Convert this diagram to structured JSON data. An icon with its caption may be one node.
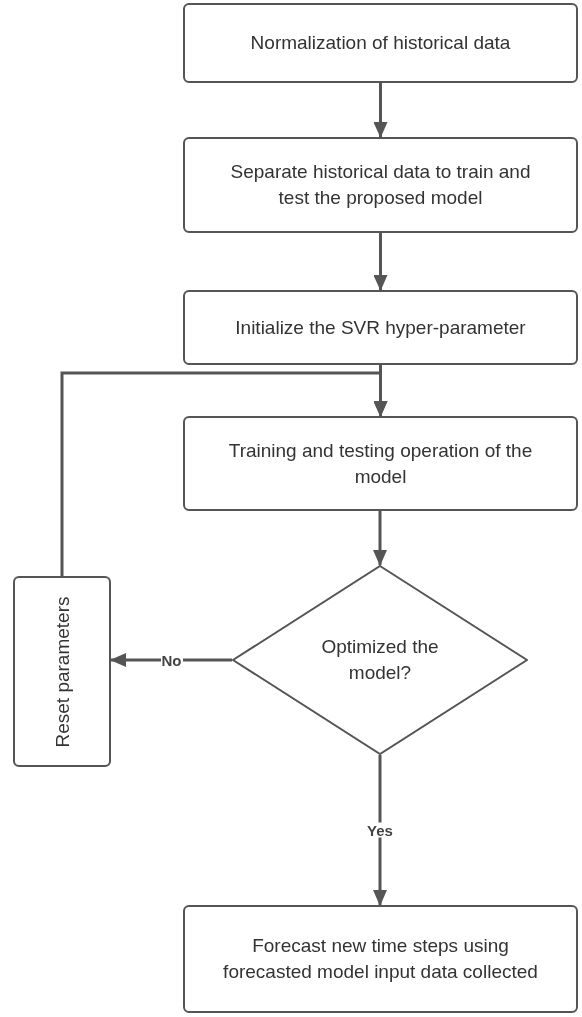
{
  "diagram": {
    "nodes": [
      {
        "text": [
          "Normalization of historical data"
        ]
      },
      {
        "text": [
          "Separate historical data to train and test the proposed model"
        ]
      },
      {
        "text": [
          "Initialize the SVR hyper-parameter"
        ]
      },
      {
        "text": [
          "Training and testing operation of the model"
        ]
      },
      {
        "text": [
          "Optimized the model?"
        ]
      },
      {
        "text": [
          "Reset parameters"
        ]
      },
      {
        "text": [
          "Forecast new time steps using forecasted model input data collected"
        ]
      }
    ],
    "edges": [
      {
        "from": 0,
        "to": 1,
        "arrow": "to"
      },
      {
        "from": 1,
        "to": 2,
        "arrow": "to"
      },
      {
        "from": 2,
        "to": 3,
        "arrow": "to"
      },
      {
        "from": 3,
        "to": 4,
        "arrow": "to"
      },
      {
        "from": 4,
        "to": 5,
        "arrow": "to",
        "label": "No"
      },
      {
        "from": 5,
        "to": 3,
        "arrow": "to"
      },
      {
        "from": 4,
        "to": 6,
        "arrow": "to",
        "label": "Yes"
      }
    ]
  }
}
